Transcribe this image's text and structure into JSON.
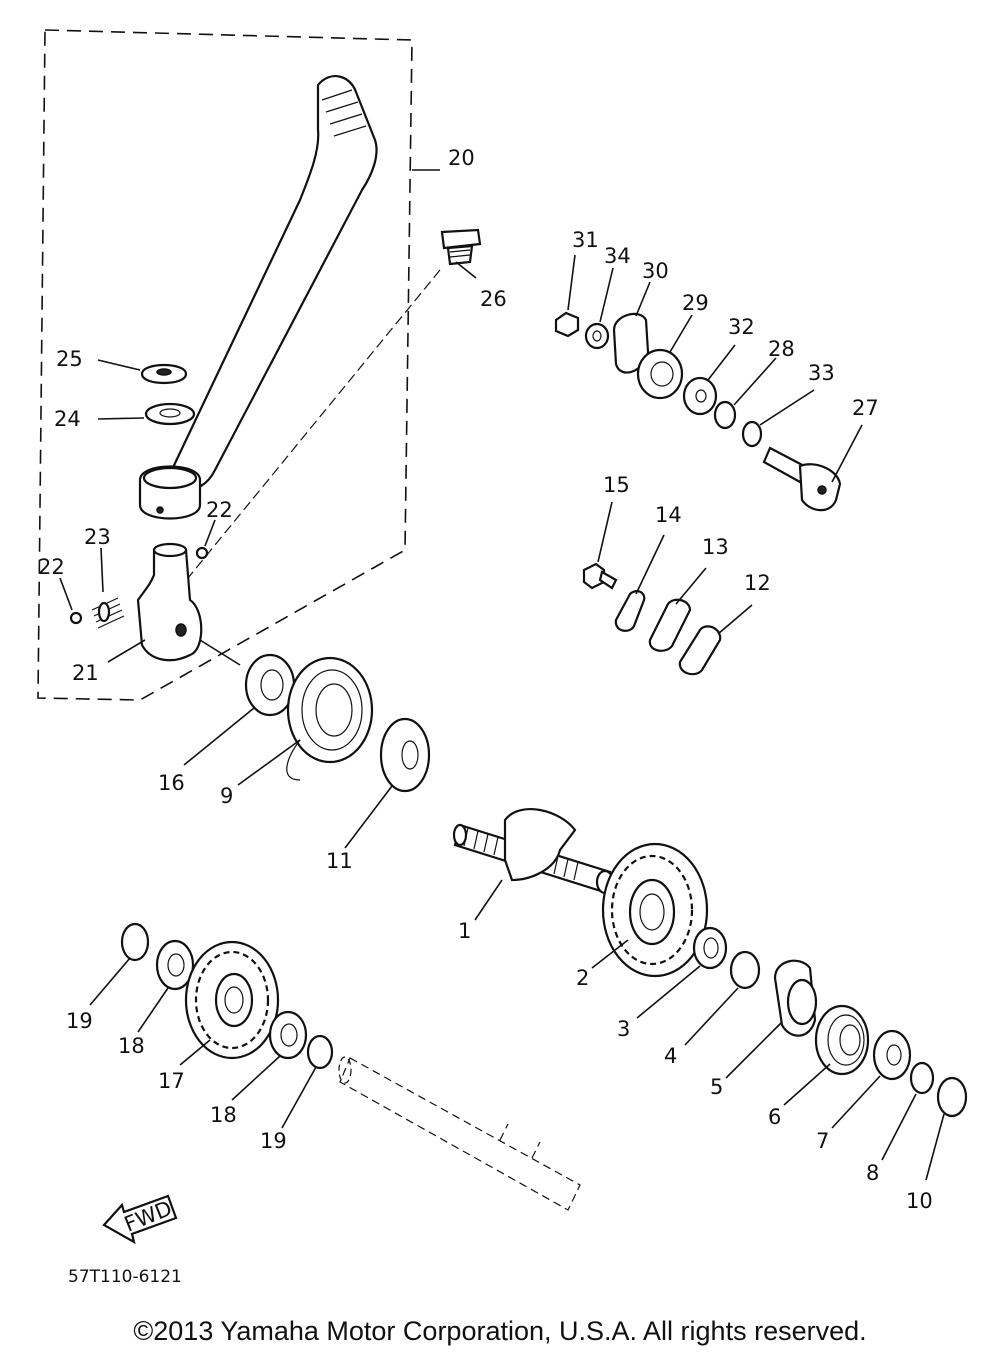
{
  "diagram": {
    "code": "57T110-6121",
    "fwd_label": "FWD",
    "copyright": "©2013 Yamaha Motor Corporation, U.S.A. All rights reserved.",
    "callouts": [
      "1",
      "2",
      "3",
      "4",
      "5",
      "6",
      "7",
      "8",
      "9",
      "10",
      "11",
      "12",
      "13",
      "14",
      "15",
      "16",
      "17",
      "18",
      "19",
      "20",
      "21",
      "22",
      "23",
      "24",
      "25",
      "26",
      "27",
      "28",
      "29",
      "30",
      "31",
      "32",
      "33",
      "34"
    ]
  }
}
